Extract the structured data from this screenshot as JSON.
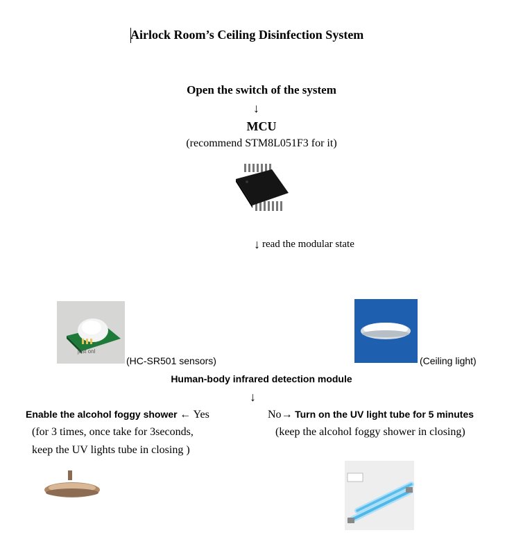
{
  "title": "Airlock Room’s Ceiling Disinfection System",
  "flow": {
    "step1": "Open the switch of the system",
    "arrow1": "↓",
    "mcu_label": "MCU",
    "mcu_note": "(recommend STM8L051F3 for it)",
    "arrow2": "↓",
    "read_state": "read the modular state",
    "sensor_caption": "(HC-SR501 sensors)",
    "sensor_watermark": "just   onl",
    "light_caption": "(Ceiling light)",
    "module_label": "Human-body infrared detection module",
    "arrow3": "↓",
    "yes_action": "Enable the alcohol foggy shower",
    "yes_arrow": "←",
    "yes_word": "Yes",
    "yes_note1": "(for 3 times, once take for 3seconds,",
    "yes_note2": "keep the UV lights tube in closing )",
    "no_word": "No",
    "no_arrow": "→",
    "no_action": "Turn on the UV light tube for 5 minutes",
    "no_note": "(keep the alcohol foggy shower in closing)"
  },
  "colors": {
    "light_bg": "#1f5fb0",
    "uv_glow": "#7fd6ff"
  }
}
